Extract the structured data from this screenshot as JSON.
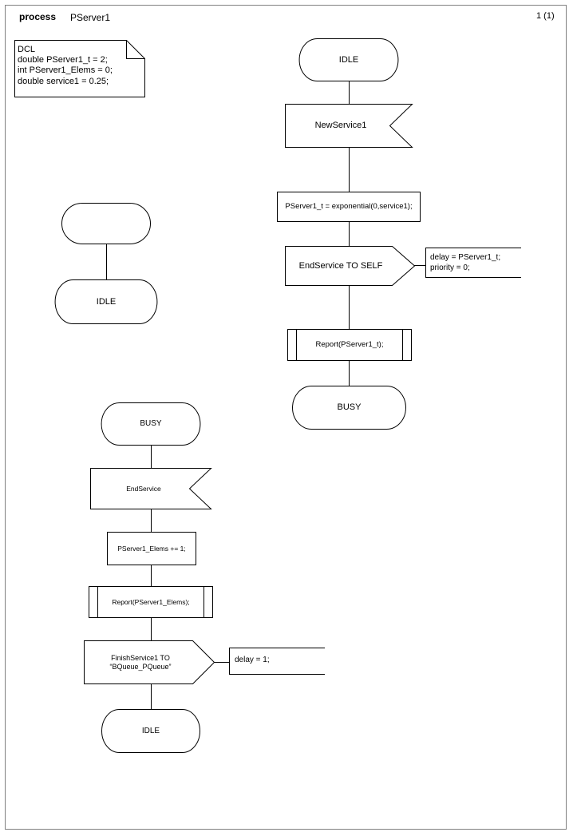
{
  "page": {
    "kind_keyword": "process",
    "process_name": "PServer1",
    "page_number": "1 (1)"
  },
  "declaration": {
    "name": "dcl-block",
    "lines": [
      "DCL",
      "double PServer1_t = 2;",
      "int PServer1_Elems = 0;",
      "double service1 = 0.25;"
    ]
  },
  "branches": {
    "start_branch": {
      "start_symbol_label": "",
      "state_label": "IDLE"
    },
    "idle_branch": {
      "state_start": "IDLE",
      "input_signal": "NewService1",
      "task": "PServer1_t = exponential(0,service1);",
      "output_signal": "EndService TO SELF",
      "output_comment": [
        "delay = PServer1_t;",
        "priority = 0;"
      ],
      "procedure_call": "Report(PServer1_t);",
      "state_end": "BUSY"
    },
    "busy_branch": {
      "state_start": "BUSY",
      "input_signal": "EndService",
      "task": "PServer1_Elems += 1;",
      "procedure_call": "Report(PServer1_Elems);",
      "output_signal": "FinishService1 TO\n“BQueue_PQueue”",
      "output_comment": [
        "delay = 1;"
      ],
      "state_end": "IDLE"
    }
  },
  "colors": {
    "stroke": "#000000",
    "page_border": "#808080",
    "background": "#ffffff"
  }
}
